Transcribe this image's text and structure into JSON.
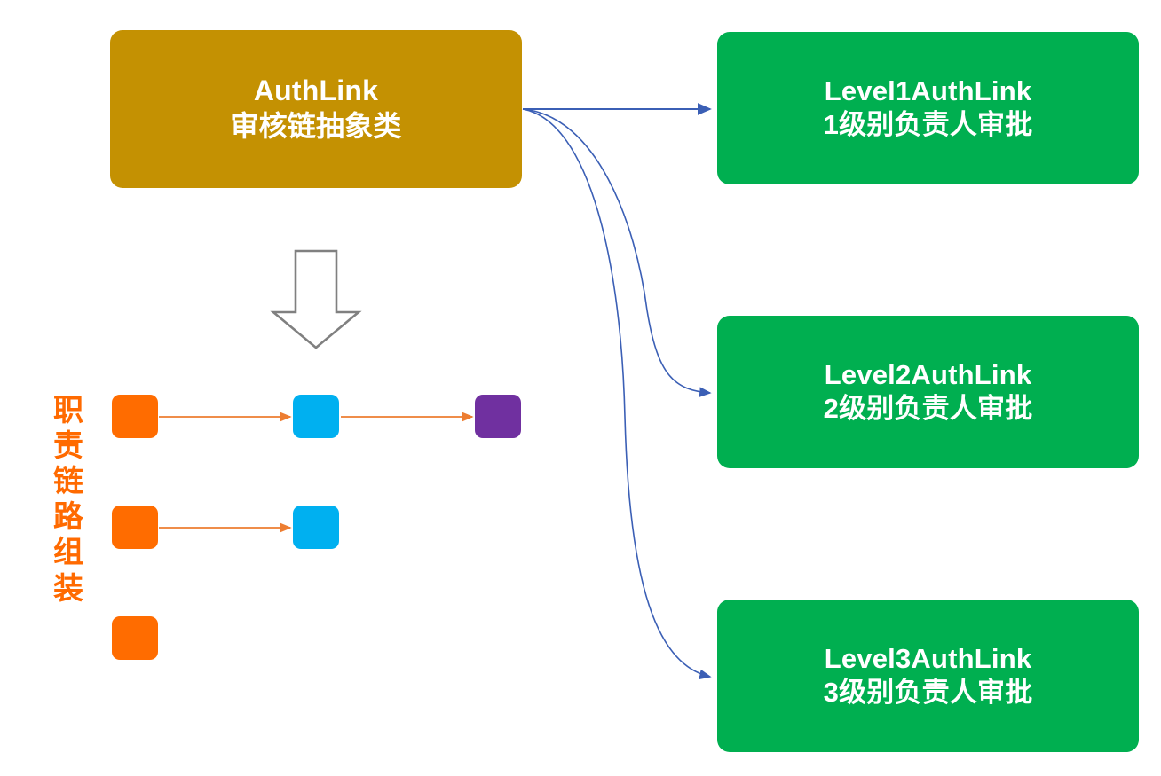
{
  "diagram": {
    "title_text": "AuthLink 审核链抽象类",
    "colors": {
      "abstract_box": "#c49102",
      "concrete_box": "#00af50",
      "chain_caption": "#ff6a00",
      "chip_orange": "#ff6c00",
      "chip_blue": "#00b0f0",
      "chip_purple": "#7030a0",
      "inherit_arrow": "#3b5fb5",
      "chain_arrow": "#ed7d31",
      "block_arrow_outline": "#808080",
      "node_text": "#ffffff"
    },
    "abstract_node": {
      "name": "AuthLink",
      "line1": "AuthLink",
      "line2": "审核链抽象类"
    },
    "concrete_nodes": [
      {
        "id": "level1",
        "line1": "Level1AuthLink",
        "line2": "1级别负责人审批"
      },
      {
        "id": "level2",
        "line1": "Level2AuthLink",
        "line2": "2级别负责人审批"
      },
      {
        "id": "level3",
        "line1": "Level3AuthLink",
        "line2": "3级别负责人审批"
      }
    ],
    "chain_caption": {
      "text": "职责链路组装",
      "chars": [
        "职",
        "责",
        "链",
        "路",
        "组",
        "装"
      ]
    },
    "chain_rows": [
      {
        "chips": [
          "orange",
          "blue",
          "purple"
        ],
        "arrows": 2
      },
      {
        "chips": [
          "orange",
          "blue"
        ],
        "arrows": 1
      },
      {
        "chips": [
          "orange"
        ],
        "arrows": 0
      }
    ],
    "block_arrow": {
      "label": "down-block-arrow",
      "direction": "down"
    }
  }
}
